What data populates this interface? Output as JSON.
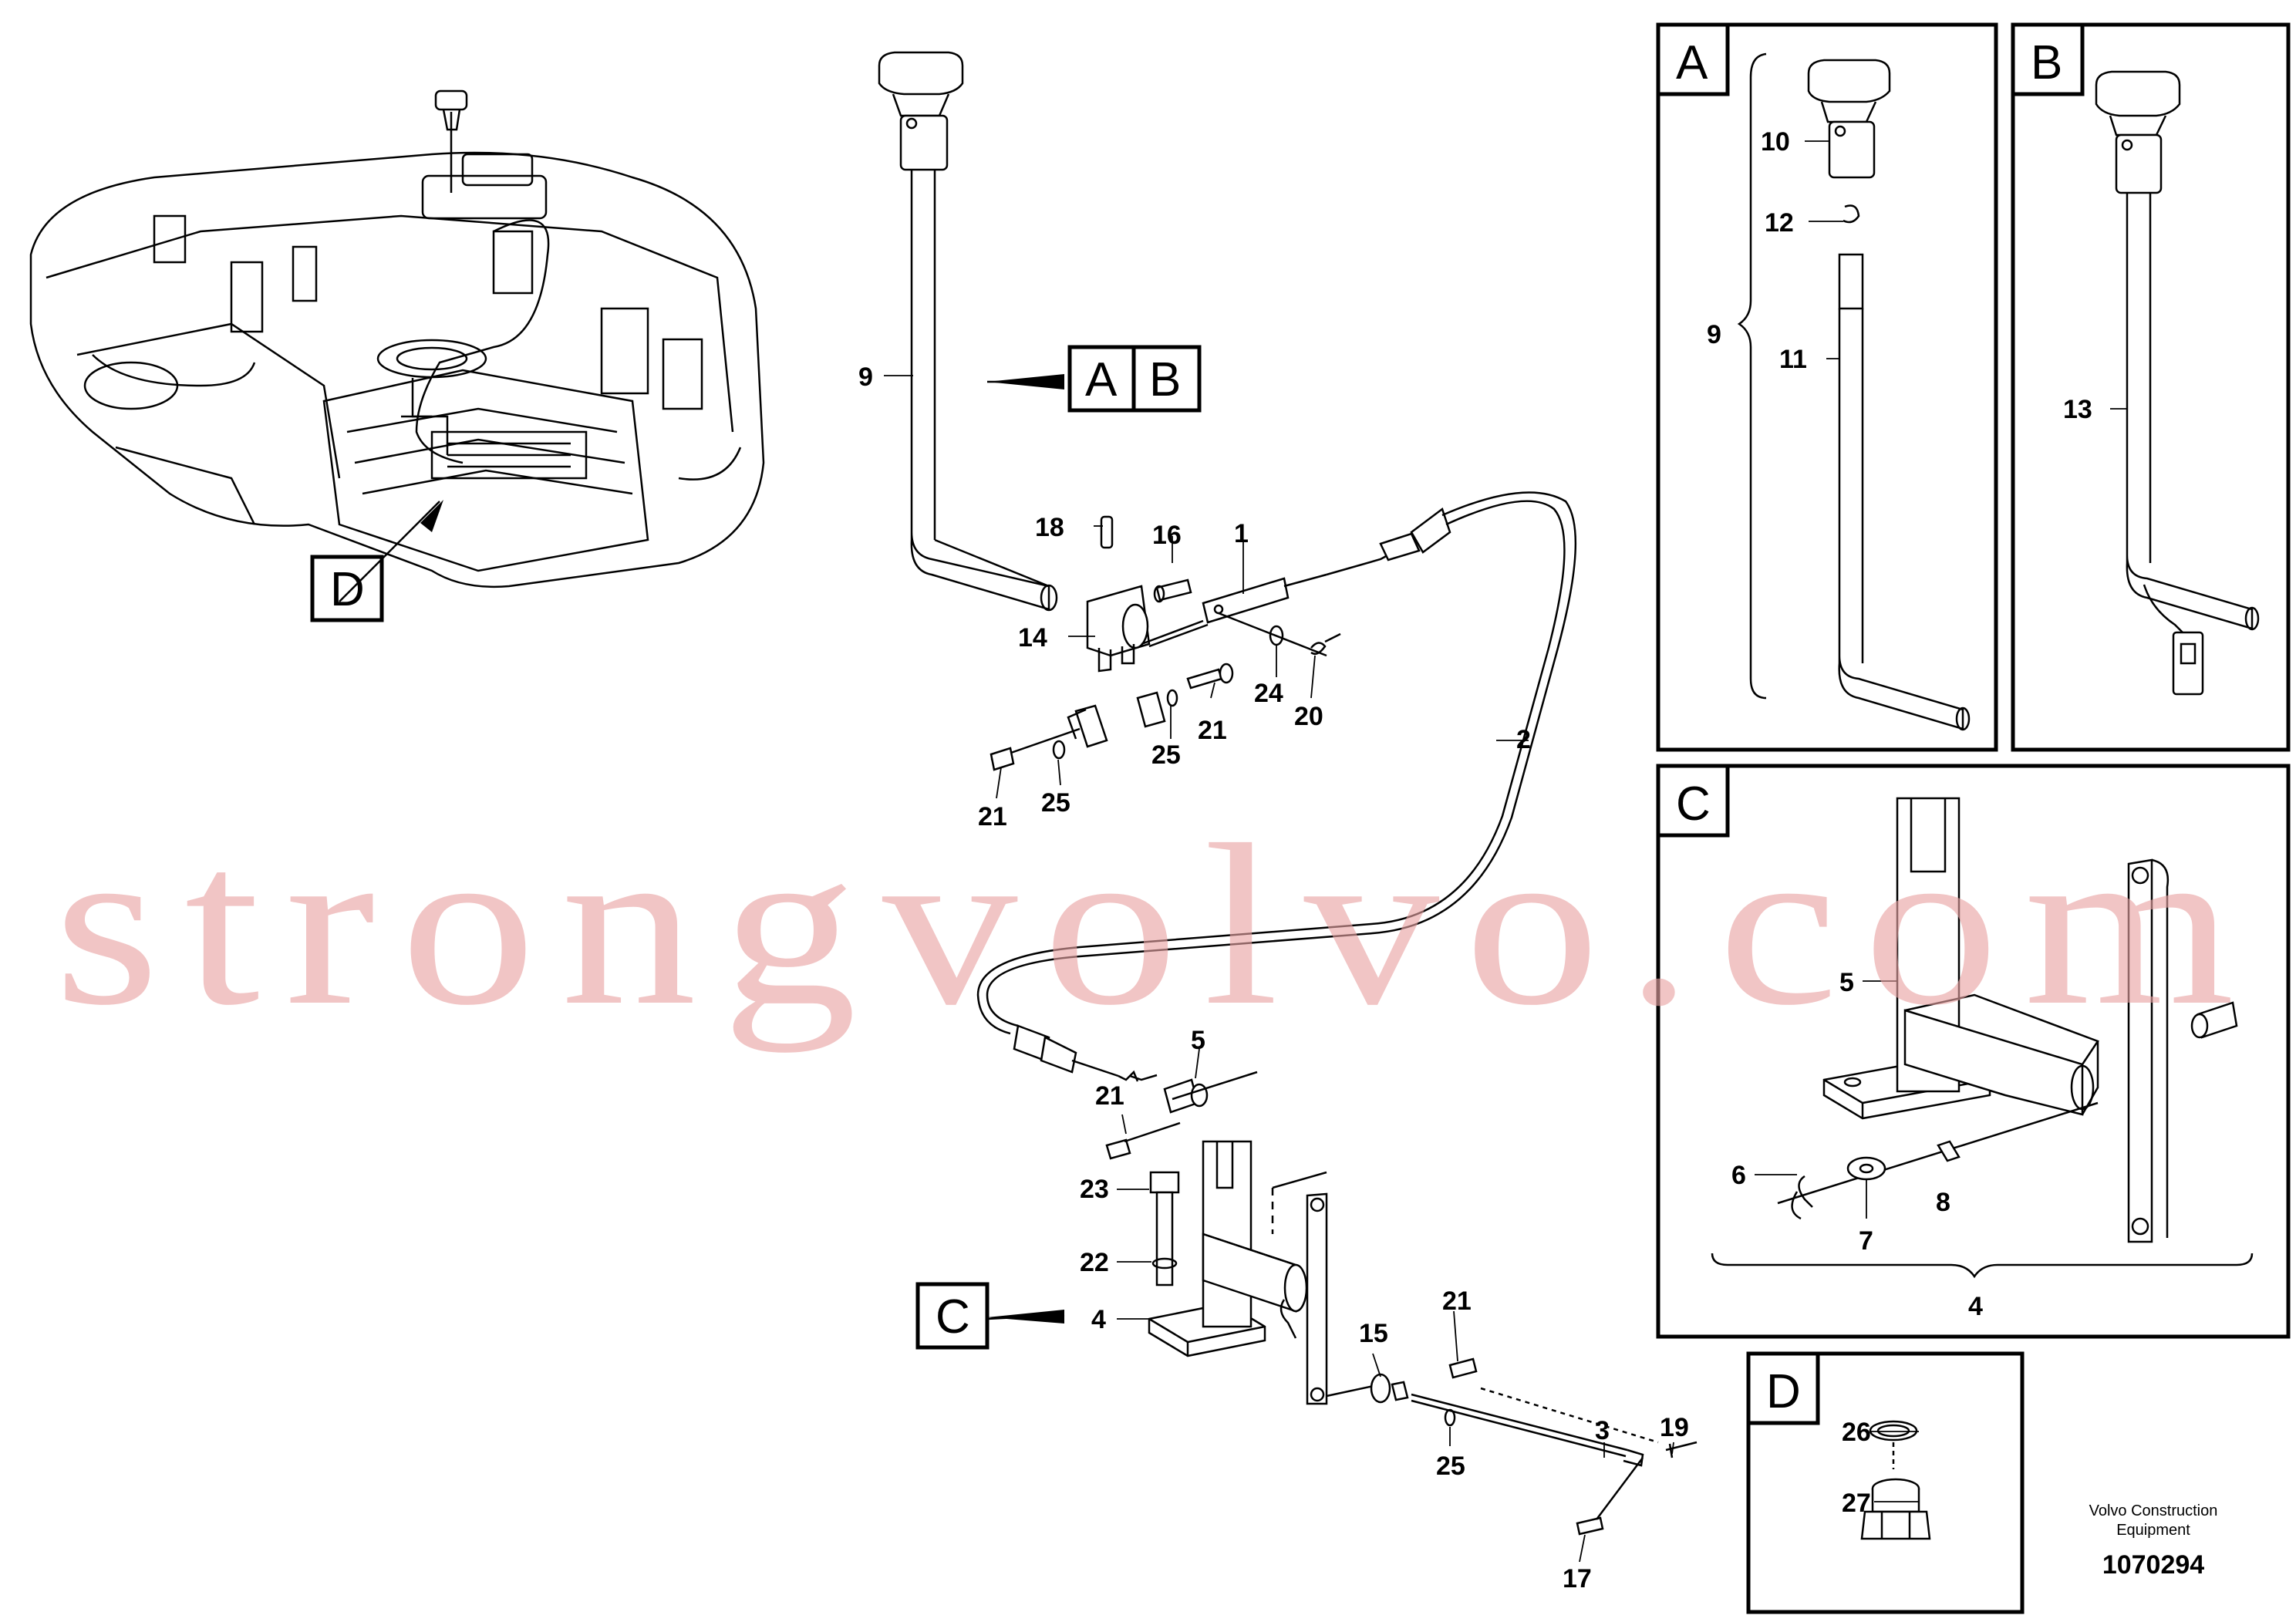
{
  "callouts": [
    "1",
    "2",
    "3",
    "4",
    "5",
    "6",
    "7",
    "8",
    "9",
    "10",
    "11",
    "12",
    "13",
    "14",
    "15",
    "16",
    "17",
    "18",
    "19",
    "20",
    "21",
    "22",
    "23",
    "24",
    "25",
    "26",
    "27"
  ],
  "view_markers": [
    "A",
    "B",
    "C",
    "D"
  ],
  "detail_panels": {
    "A": {
      "title": "A",
      "labels": [
        "10",
        "12",
        "11",
        "9"
      ]
    },
    "B": {
      "title": "B",
      "labels": [
        "13"
      ]
    },
    "C": {
      "title": "C",
      "labels": [
        "5",
        "6",
        "7",
        "8",
        "4"
      ]
    },
    "D": {
      "title": "D",
      "labels": [
        "26",
        "27"
      ]
    }
  },
  "watermark": "strongvolvo.com",
  "footer": {
    "brand_line1": "Volvo Construction",
    "brand_line2": "Equipment",
    "diagram_number": "1070294"
  }
}
